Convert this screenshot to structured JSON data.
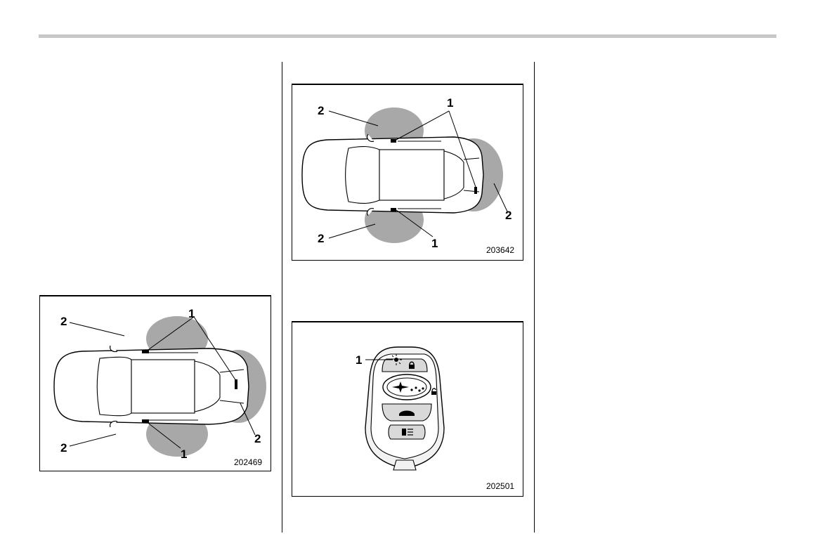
{
  "figures": [
    {
      "id": "fig-sedan-bottom-left",
      "code": "202469",
      "labels": {
        "sensor": "1",
        "area": "2"
      }
    },
    {
      "id": "fig-sedan-top-middle",
      "code": "203642",
      "labels": {
        "sensor": "1",
        "area": "2"
      }
    },
    {
      "id": "fig-keyfob",
      "code": "202501",
      "labels": {
        "indicator": "1"
      }
    }
  ]
}
